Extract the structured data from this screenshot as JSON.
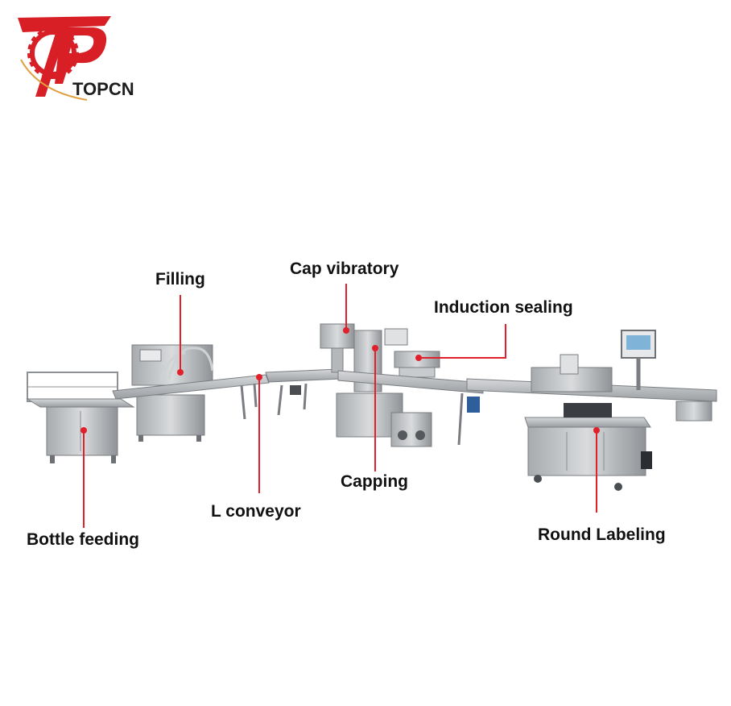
{
  "brand": {
    "logo_text": "TOPCN",
    "logo_colors": {
      "red": "#d81f26",
      "dark": "#1e1e1e"
    }
  },
  "labels": {
    "filling": "Filling",
    "cap_vibratory": "Cap vibratory",
    "induction_sealing": "Induction sealing",
    "capping": "Capping",
    "l_conveyor": "L conveyor",
    "bottle_feeding": "Bottle feeding",
    "round_labeling": "Round Labeling"
  },
  "colors": {
    "leader_line": "#e0202a",
    "machine_steel": "#b9bcbf",
    "machine_dark": "#6d7175"
  }
}
